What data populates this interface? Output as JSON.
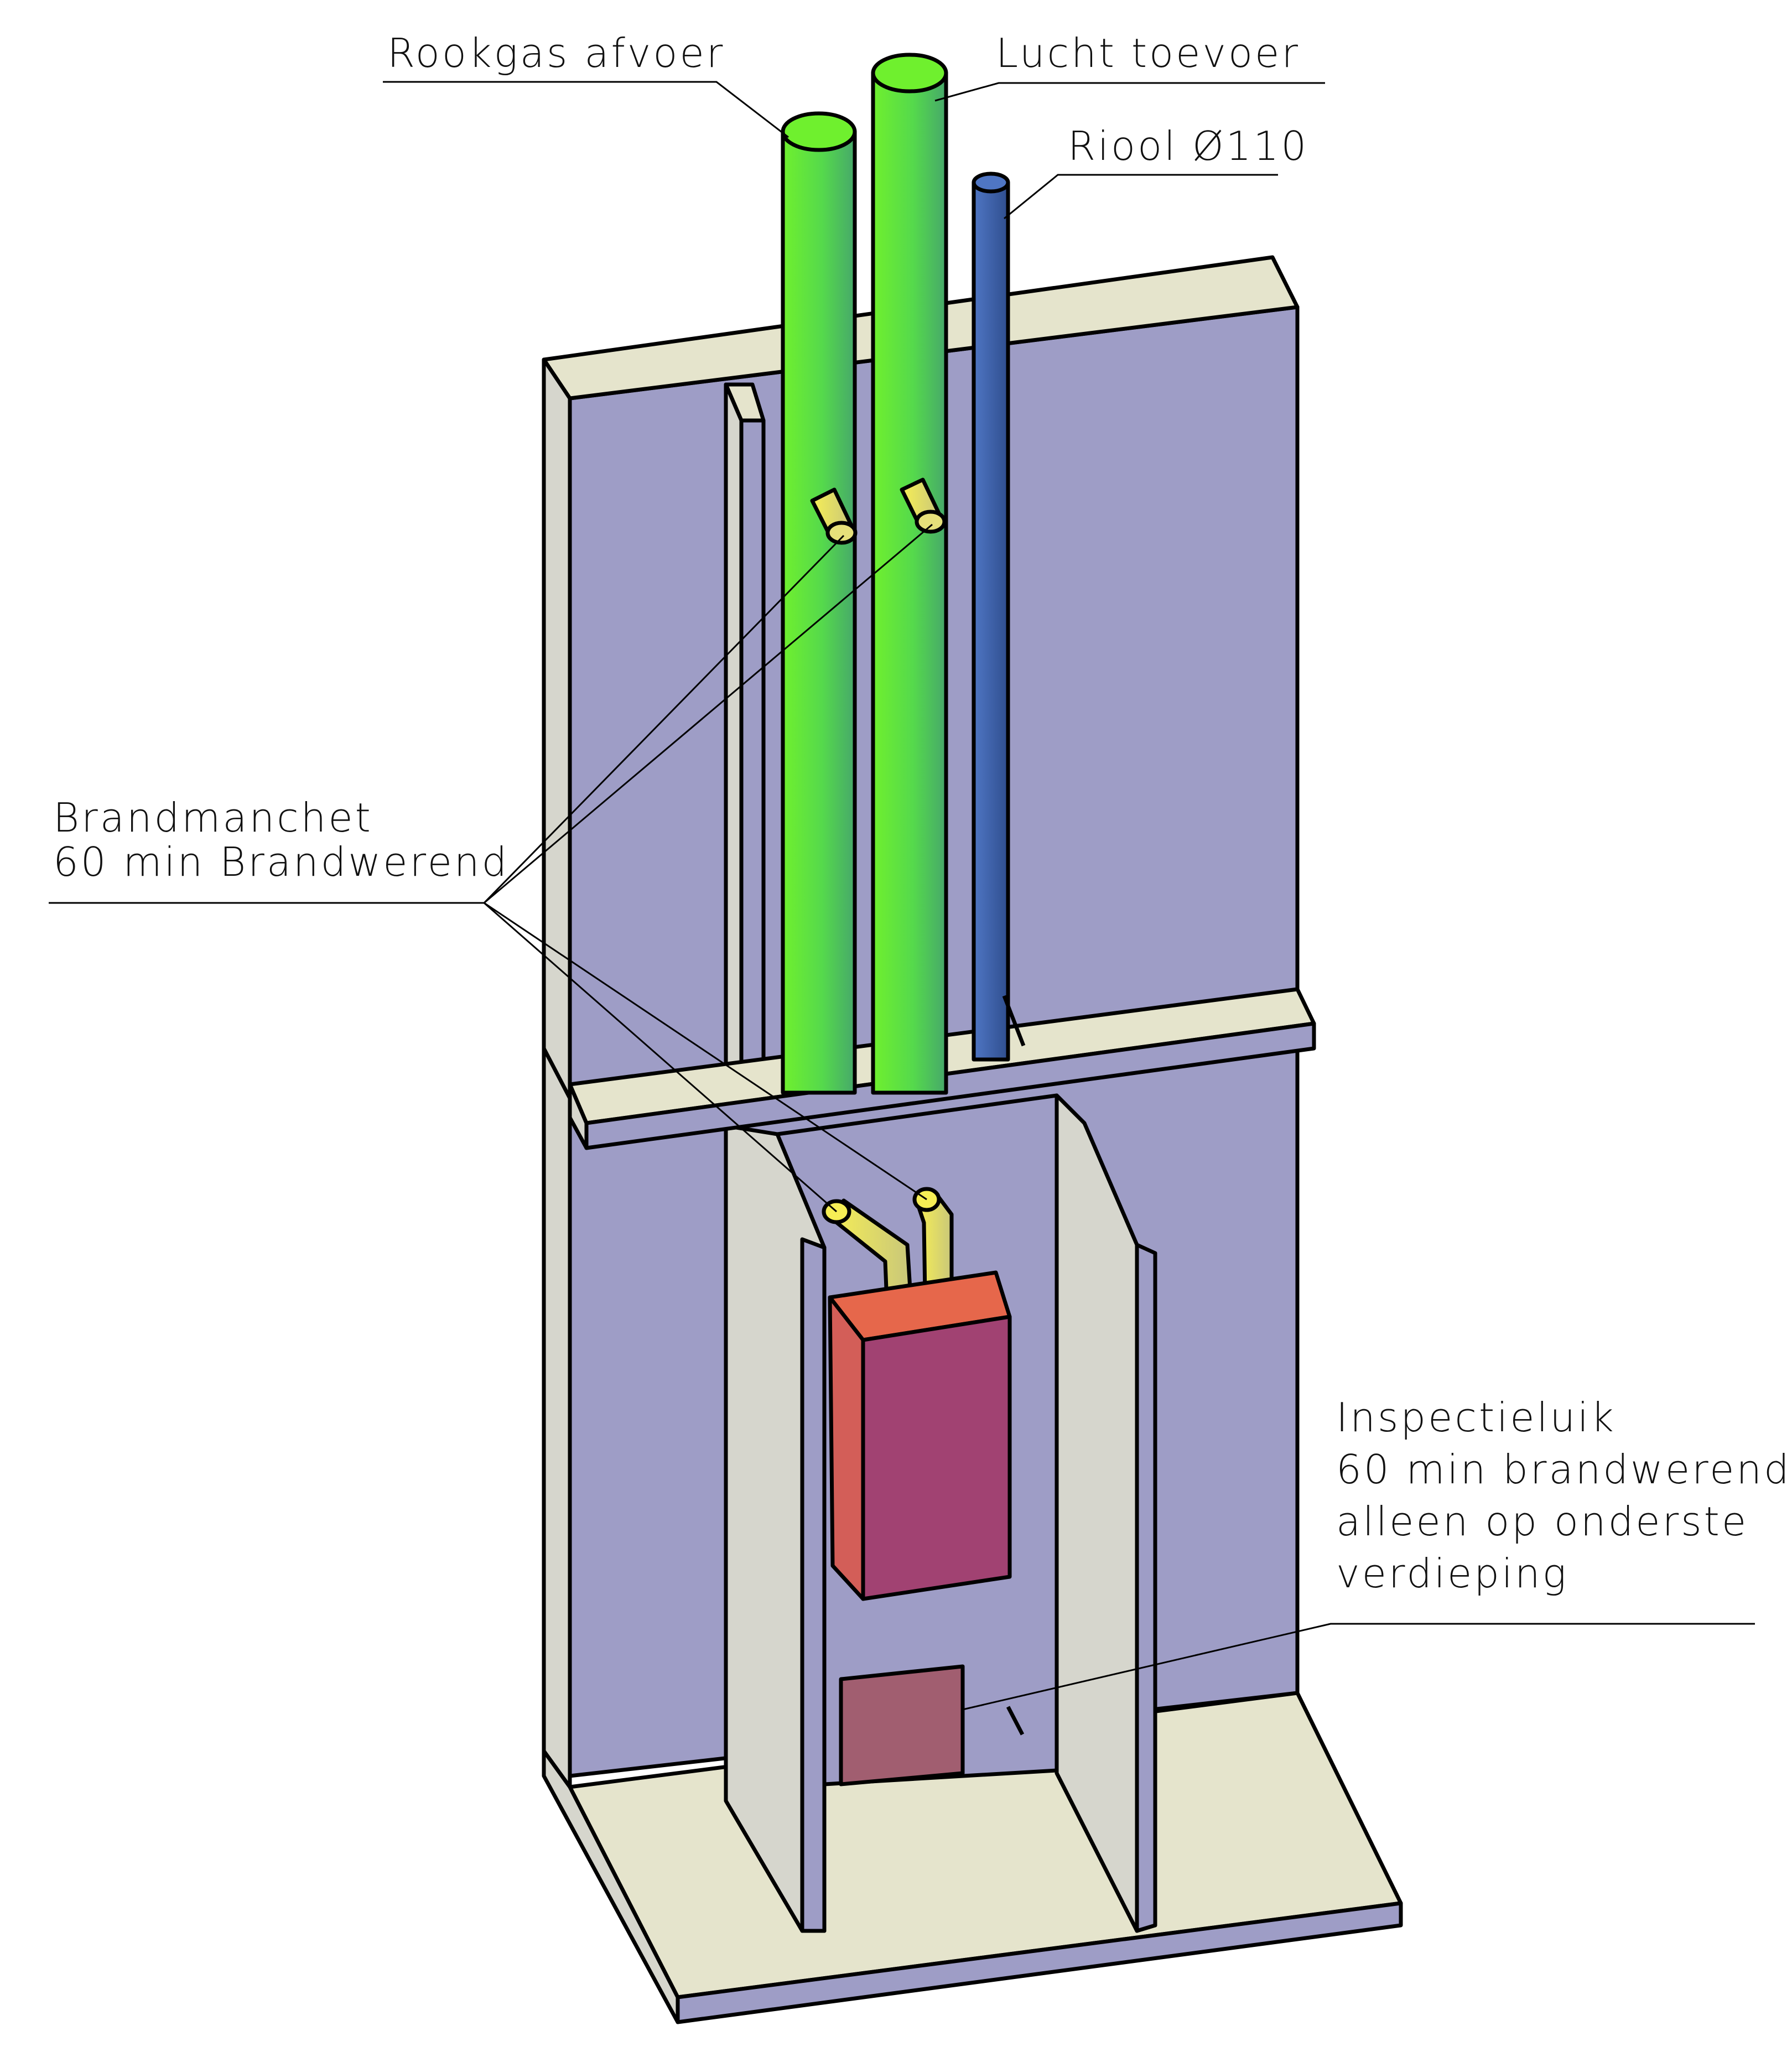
{
  "labels": {
    "rookgas": "Rookgas afvoer",
    "lucht": "Lucht toevoer",
    "riool": "Riool Ø110",
    "brandmanchet": [
      "Brandmanchet",
      "60 min Brandwerend"
    ],
    "inspectieluik": [
      "Inspectieluik",
      "60 min brandwerend",
      "alleen op onderste",
      "verdieping"
    ]
  },
  "colors": {
    "wall": "#9E9DC6",
    "slab": "#E5E4CC",
    "wall_edge": "#D6D6CD",
    "flue_pipe": "#52D84A",
    "air_pipe": "#5BDB46",
    "drain_pipe": "#3B5EA8",
    "fire_sleeve": "#EAE14E",
    "boiler_front": "#A14272",
    "boiler_side": "#D35E58",
    "boiler_top": "#E6674B",
    "hatch": "#A15E70"
  }
}
